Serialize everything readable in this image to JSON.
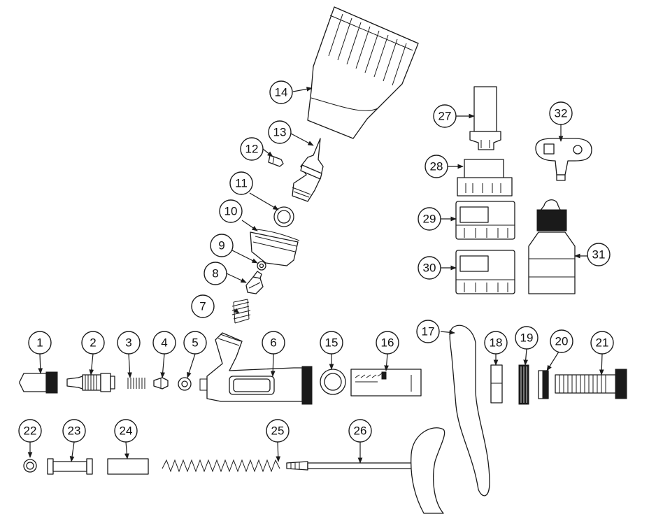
{
  "callouts": [
    {
      "label": "1"
    },
    {
      "label": "2"
    },
    {
      "label": "3"
    },
    {
      "label": "4"
    },
    {
      "label": "5"
    },
    {
      "label": "6"
    },
    {
      "label": "7"
    },
    {
      "label": "8"
    },
    {
      "label": "9"
    },
    {
      "label": "10"
    },
    {
      "label": "11"
    },
    {
      "label": "12"
    },
    {
      "label": "13"
    },
    {
      "label": "14"
    },
    {
      "label": "15"
    },
    {
      "label": "16"
    },
    {
      "label": "17"
    },
    {
      "label": "18"
    },
    {
      "label": "19"
    },
    {
      "label": "20"
    },
    {
      "label": "21"
    },
    {
      "label": "22"
    },
    {
      "label": "23"
    },
    {
      "label": "24"
    },
    {
      "label": "25"
    },
    {
      "label": "26"
    },
    {
      "label": "27"
    },
    {
      "label": "28"
    },
    {
      "label": "29"
    },
    {
      "label": "30"
    },
    {
      "label": "31"
    },
    {
      "label": "32"
    }
  ]
}
